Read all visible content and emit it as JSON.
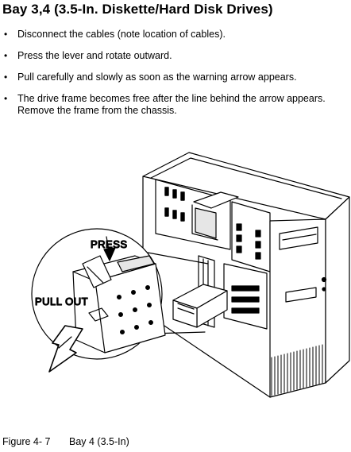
{
  "title": "Bay 3,4 (3.5-In. Diskette/Hard Disk Drives)",
  "steps": [
    {
      "lines": [
        "Disconnect the cables (note location of cables)."
      ]
    },
    {
      "lines": [
        "Press the lever and rotate outward."
      ]
    },
    {
      "lines": [
        "Pull carefully and slowly as soon as the warning arrow appears."
      ]
    },
    {
      "lines": [
        "The drive frame becomes free after the line behind the arrow appears.",
        "Remove the frame from the chassis."
      ]
    }
  ],
  "illustration": {
    "press_label": "PRESS",
    "pull_out_label": "PULL OUT"
  },
  "caption": {
    "number": "Figure 4- 7",
    "text": "Bay 4 (3.5-In)"
  }
}
